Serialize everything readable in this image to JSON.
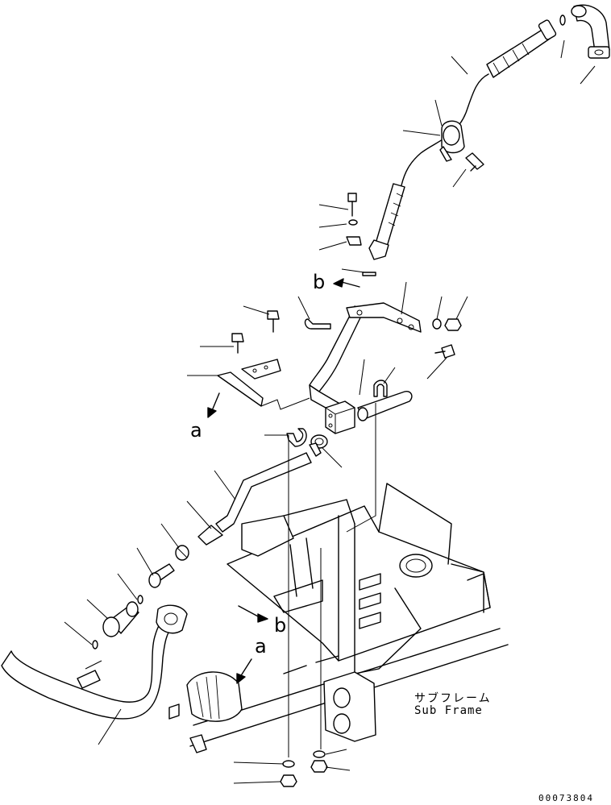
{
  "labels": {
    "view_b_top": "b",
    "view_a_left": "a",
    "view_b_bottom": "b",
    "view_a_bottom": "a",
    "sub_frame_jp": "サブフレーム",
    "sub_frame_en": "Sub Frame",
    "drawing_code": "00073804"
  }
}
